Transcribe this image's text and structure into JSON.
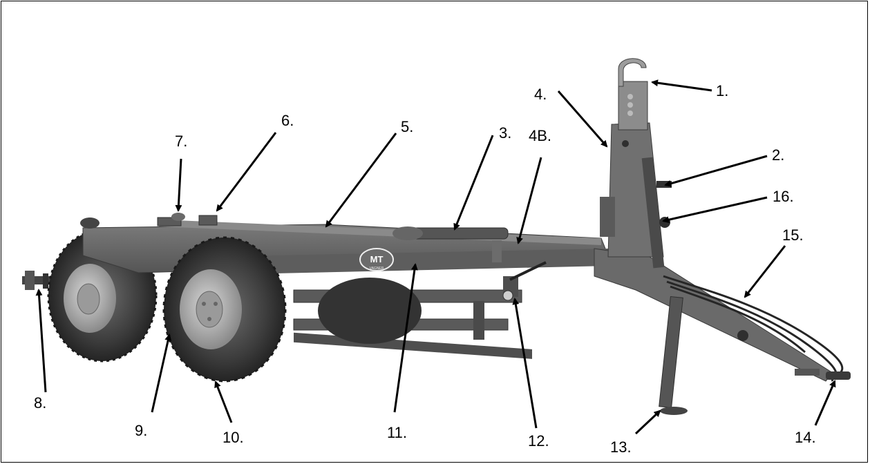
{
  "figure": {
    "brand_badge": "MT",
    "brand_sub": "VAGNER",
    "callouts": [
      {
        "id": "1",
        "text": "1."
      },
      {
        "id": "2",
        "text": "2."
      },
      {
        "id": "3",
        "text": "3."
      },
      {
        "id": "4",
        "text": "4."
      },
      {
        "id": "4b",
        "text": "4B."
      },
      {
        "id": "5",
        "text": "5."
      },
      {
        "id": "6",
        "text": "6."
      },
      {
        "id": "7",
        "text": "7."
      },
      {
        "id": "8",
        "text": "8."
      },
      {
        "id": "9",
        "text": "9."
      },
      {
        "id": "10",
        "text": "10."
      },
      {
        "id": "11",
        "text": "11."
      },
      {
        "id": "12",
        "text": "12."
      },
      {
        "id": "13",
        "text": "13."
      },
      {
        "id": "14",
        "text": "14."
      },
      {
        "id": "15",
        "text": "15."
      },
      {
        "id": "16",
        "text": "16."
      }
    ]
  }
}
